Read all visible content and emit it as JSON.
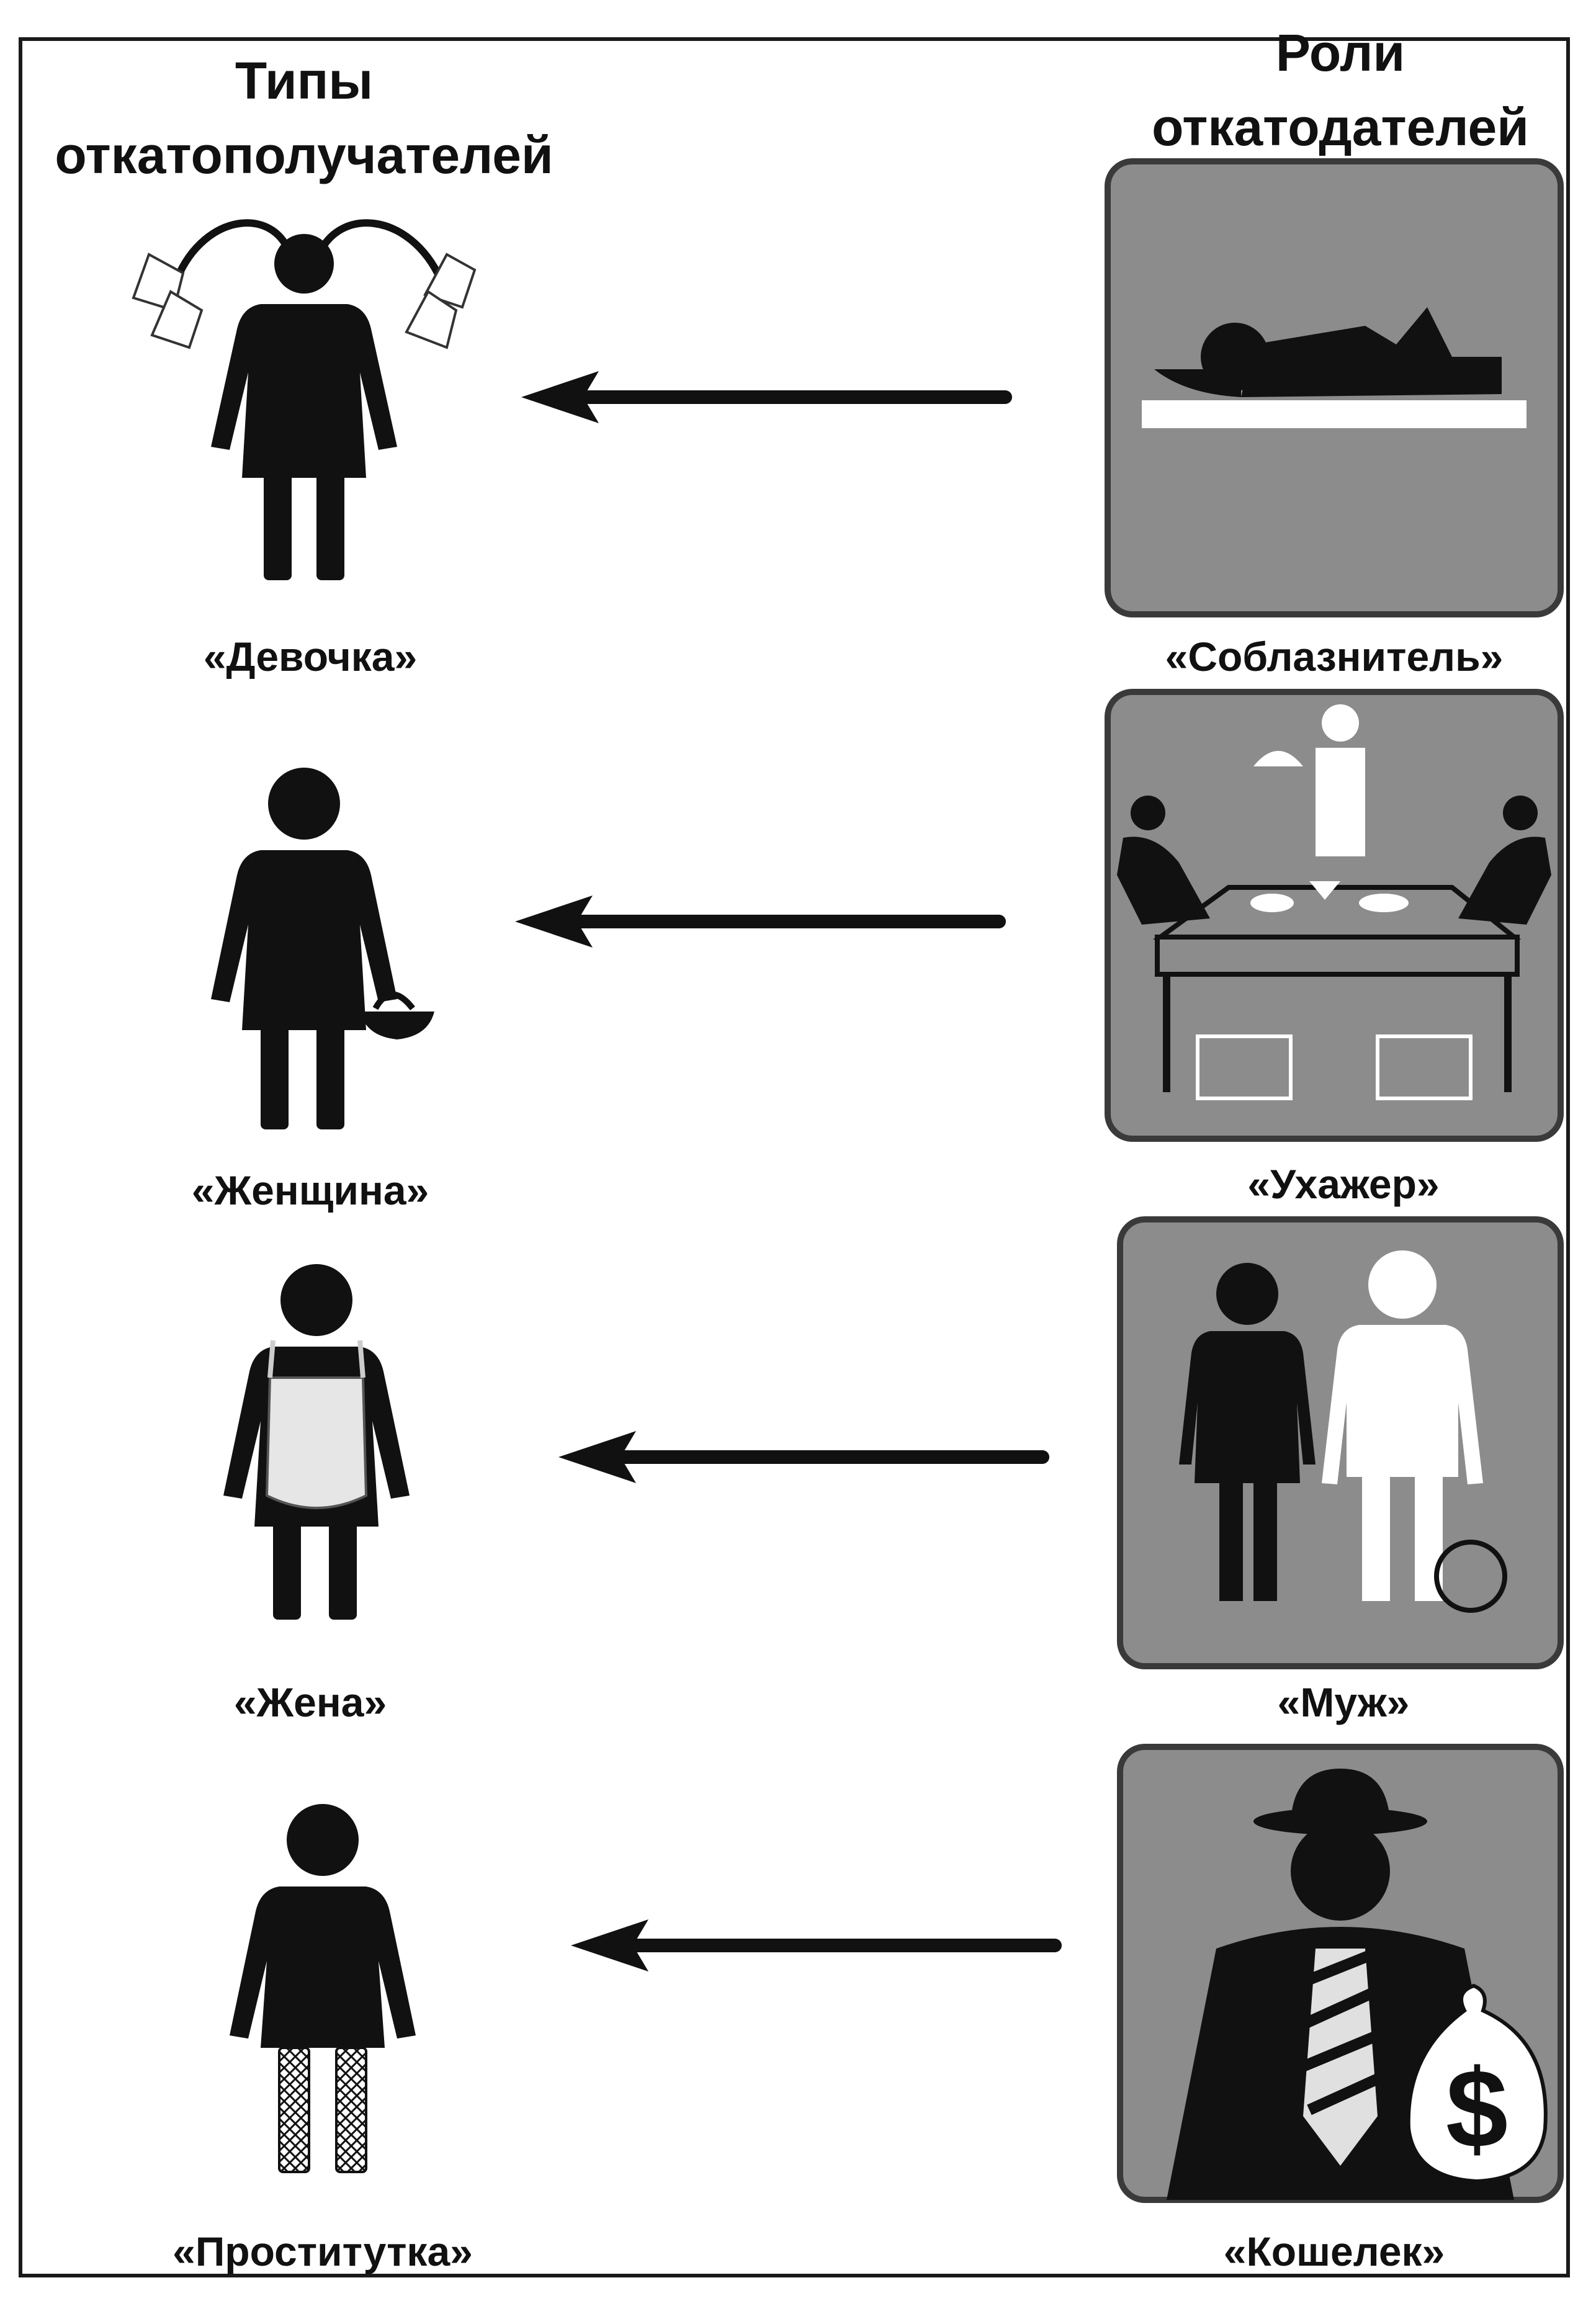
{
  "headers": {
    "left": [
      "Типы",
      "откатополучателей"
    ],
    "right": [
      "Роли",
      "откатодателей"
    ]
  },
  "rows": [
    {
      "receiver": "«Девочка»",
      "giver": "«Соблазнитель»"
    },
    {
      "receiver": "«Женщина»",
      "giver": "«Ухажер»"
    },
    {
      "receiver": "«Жена»",
      "giver": "«Муж»"
    },
    {
      "receiver": "«Проститутка»",
      "giver": "«Кошелек»"
    }
  ],
  "icons": {
    "bag_symbol": "$"
  },
  "colors": {
    "ink": "#111111",
    "panel": "#8c8c8c",
    "panel_border": "#3a3a3a",
    "figure_white": "#ffffff"
  }
}
